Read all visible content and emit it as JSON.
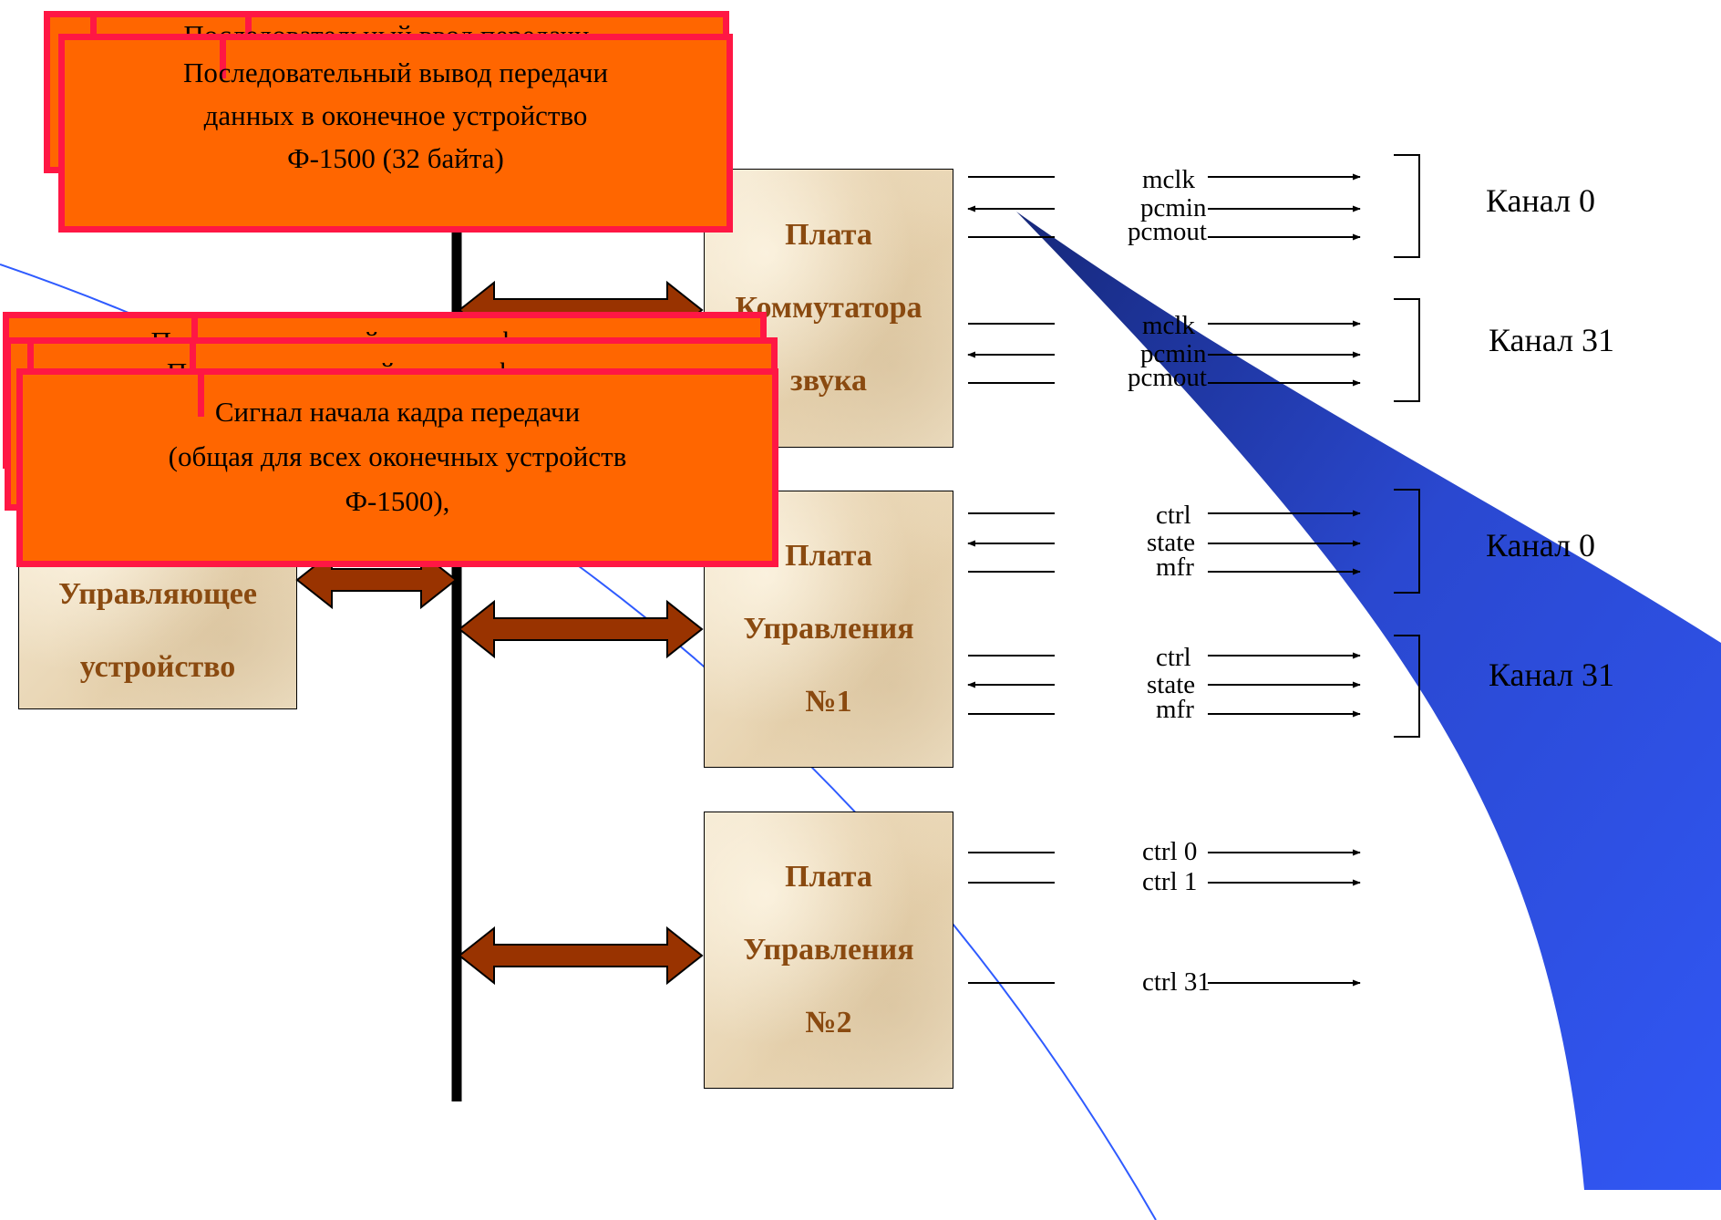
{
  "boards": {
    "switch_board": [
      "Плата",
      "Коммутатора",
      "звука"
    ],
    "control_board_1": [
      "Плата",
      "Управления",
      "№1"
    ],
    "control_board_2": [
      "Плата",
      "Управления",
      "№2"
    ],
    "control_unit": [
      "Управляющее",
      "устройство"
    ]
  },
  "callouts": {
    "top_back": "Последовательный ввод передачи",
    "top_front": [
      "Последовательный вывод передачи",
      "данных в оконечное устройство",
      "Ф-1500 (32 байта)"
    ],
    "mid_back1": "Последовательный вывод информации",
    "mid_back2": "Последовательный ввод информации",
    "mid_front": [
      "Сигнал начала кадра передачи",
      "(общая для всех оконечных устройств",
      "Ф-1500),"
    ]
  },
  "signals": {
    "switch_ch0": [
      "mclk",
      "pcmin",
      "pcmout"
    ],
    "switch_ch31": [
      "mclk",
      "pcmin",
      "pcmout"
    ],
    "ctrl1_ch0": [
      "ctrl",
      "state",
      "mfr"
    ],
    "ctrl1_ch31": [
      "ctrl",
      "state",
      "mfr"
    ],
    "ctrl2": [
      "ctrl 0",
      "ctrl 1",
      "ctrl 31"
    ]
  },
  "channels": [
    "Канал 0",
    "Канал 31",
    "Канал 0",
    "Канал 31"
  ],
  "colors": {
    "callout_fill": "#ff6600",
    "callout_border": "#ff1744",
    "arrow_fill": "#993300",
    "board_text": "#8a4a10",
    "swoosh": "#2a48d0",
    "thin_curve": "#2f5bff",
    "bus": "#000000"
  }
}
